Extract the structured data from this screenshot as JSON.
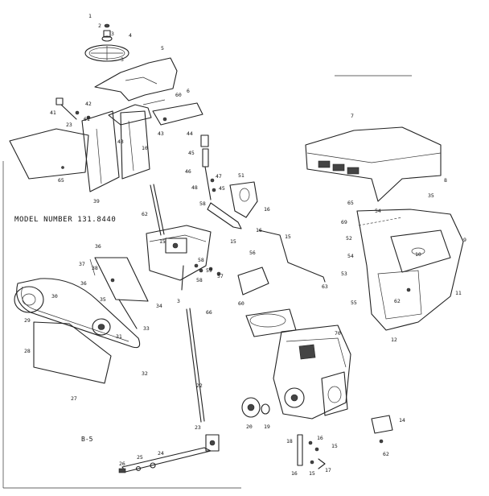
{
  "model_number": "MODEL NUMBER 131.8440",
  "page_code": "B-5",
  "labels": [
    {
      "id": "c1",
      "text": "1"
    },
    {
      "id": "c2",
      "text": "2"
    },
    {
      "id": "c3",
      "text": "3"
    },
    {
      "id": "c4",
      "text": "4"
    },
    {
      "id": "c3b",
      "text": "3"
    },
    {
      "id": "c5",
      "text": "5"
    },
    {
      "id": "c42",
      "text": "42"
    },
    {
      "id": "c60",
      "text": "60"
    },
    {
      "id": "c6",
      "text": "6"
    },
    {
      "id": "c41",
      "text": "41"
    },
    {
      "id": "c23",
      "text": "23"
    },
    {
      "id": "c61",
      "text": "61"
    },
    {
      "id": "c43",
      "text": "43"
    },
    {
      "id": "c43b",
      "text": "43"
    },
    {
      "id": "c10",
      "text": "10"
    },
    {
      "id": "c65",
      "text": "65"
    },
    {
      "id": "c39",
      "text": "39"
    },
    {
      "id": "c44",
      "text": "44"
    },
    {
      "id": "c45",
      "text": "45"
    },
    {
      "id": "c46",
      "text": "46"
    },
    {
      "id": "c47",
      "text": "47"
    },
    {
      "id": "c48",
      "text": "48"
    },
    {
      "id": "c45b",
      "text": "45"
    },
    {
      "id": "c51",
      "text": "51"
    },
    {
      "id": "c58",
      "text": "58"
    },
    {
      "id": "c16",
      "text": "16"
    },
    {
      "id": "c62",
      "text": "62"
    },
    {
      "id": "c15",
      "text": "15"
    },
    {
      "id": "c16b",
      "text": "16"
    },
    {
      "id": "c15b",
      "text": "15"
    },
    {
      "id": "c56",
      "text": "56"
    },
    {
      "id": "c15c",
      "text": "15"
    },
    {
      "id": "c63",
      "text": "63"
    },
    {
      "id": "c36",
      "text": "36"
    },
    {
      "id": "c37",
      "text": "37"
    },
    {
      "id": "c38",
      "text": "38"
    },
    {
      "id": "c36b",
      "text": "36"
    },
    {
      "id": "c35",
      "text": "35"
    },
    {
      "id": "c34",
      "text": "34"
    },
    {
      "id": "c58b",
      "text": "58"
    },
    {
      "id": "c58c",
      "text": "58"
    },
    {
      "id": "c59",
      "text": "59"
    },
    {
      "id": "c57",
      "text": "57"
    },
    {
      "id": "c60b",
      "text": "60"
    },
    {
      "id": "c30",
      "text": "30"
    },
    {
      "id": "c29",
      "text": "29"
    },
    {
      "id": "c31",
      "text": "31"
    },
    {
      "id": "c33",
      "text": "33"
    },
    {
      "id": "c28",
      "text": "28"
    },
    {
      "id": "c32",
      "text": "32"
    },
    {
      "id": "c27",
      "text": "27"
    },
    {
      "id": "c3c",
      "text": "3"
    },
    {
      "id": "c66",
      "text": "66"
    },
    {
      "id": "c22",
      "text": "22"
    },
    {
      "id": "c23b",
      "text": "23"
    },
    {
      "id": "c24",
      "text": "24"
    },
    {
      "id": "c25",
      "text": "25"
    },
    {
      "id": "c26",
      "text": "26"
    },
    {
      "id": "c7",
      "text": "7"
    },
    {
      "id": "c8",
      "text": "8"
    },
    {
      "id": "c35b",
      "text": "35"
    },
    {
      "id": "c65b",
      "text": "65"
    },
    {
      "id": "c54",
      "text": "54"
    },
    {
      "id": "c69",
      "text": "69"
    },
    {
      "id": "c52",
      "text": "52"
    },
    {
      "id": "c9",
      "text": "9"
    },
    {
      "id": "c54b",
      "text": "54"
    },
    {
      "id": "c53",
      "text": "53"
    },
    {
      "id": "c10b",
      "text": "10"
    },
    {
      "id": "c55",
      "text": "55"
    },
    {
      "id": "c62b",
      "text": "62"
    },
    {
      "id": "c11",
      "text": "11"
    },
    {
      "id": "c12",
      "text": "12"
    },
    {
      "id": "c70",
      "text": "70"
    },
    {
      "id": "c20",
      "text": "20"
    },
    {
      "id": "c19",
      "text": "19"
    },
    {
      "id": "c18",
      "text": "18"
    },
    {
      "id": "c16c",
      "text": "16"
    },
    {
      "id": "c15d",
      "text": "15"
    },
    {
      "id": "c16d",
      "text": "16"
    },
    {
      "id": "c15e",
      "text": "15"
    },
    {
      "id": "c17",
      "text": "17"
    },
    {
      "id": "c14",
      "text": "14"
    },
    {
      "id": "c62c",
      "text": "62"
    }
  ]
}
